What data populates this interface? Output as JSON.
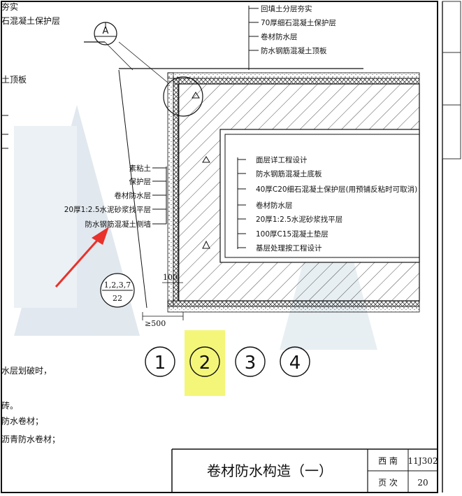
{
  "top_callouts": [
    "回填土分层夯实",
    "70厚细石混凝土保护层",
    "卷材防水层",
    "防水钢筋混凝土顶板"
  ],
  "left_callouts": [
    "素粘土",
    "保护层",
    "卷材防水层",
    "20厚1:2.5水泥砂浆找平层",
    "防水钢筋混凝土侧墙"
  ],
  "right_callouts": [
    "面层详工程设计",
    "防水钢筋混凝土底板",
    "40厚C20细石混凝土保护层(用预铺反粘时可取消)",
    "卷材防水层",
    "20厚1:2.5水泥砂浆找平层",
    "100厚C15混凝土垫层",
    "基层处理按工程设计"
  ],
  "detail_marker": {
    "letter": "A"
  },
  "section_ref": {
    "top": "1,2,3,7",
    "bottom": "22"
  },
  "dimensions": {
    "d100": "100",
    "d500": "≥500"
  },
  "options": [
    "1",
    "2",
    "3",
    "4"
  ],
  "left_fragments": [
    "夯实",
    "石混凝土保护层",
    "土顶板",
    "水层划破时，",
    "砖。",
    "防水卷材；",
    "沥青防水卷材；"
  ],
  "title_block": {
    "title": "卷材防水构造（一）",
    "atlas_label": "西 南",
    "atlas_no": "11J302",
    "page_label": "页 次",
    "page_no": "20"
  },
  "colors": {
    "highlight": "#f3f56a",
    "arrow": "#e8322b",
    "line": "#111111",
    "watermark": "#c9d7e2"
  }
}
